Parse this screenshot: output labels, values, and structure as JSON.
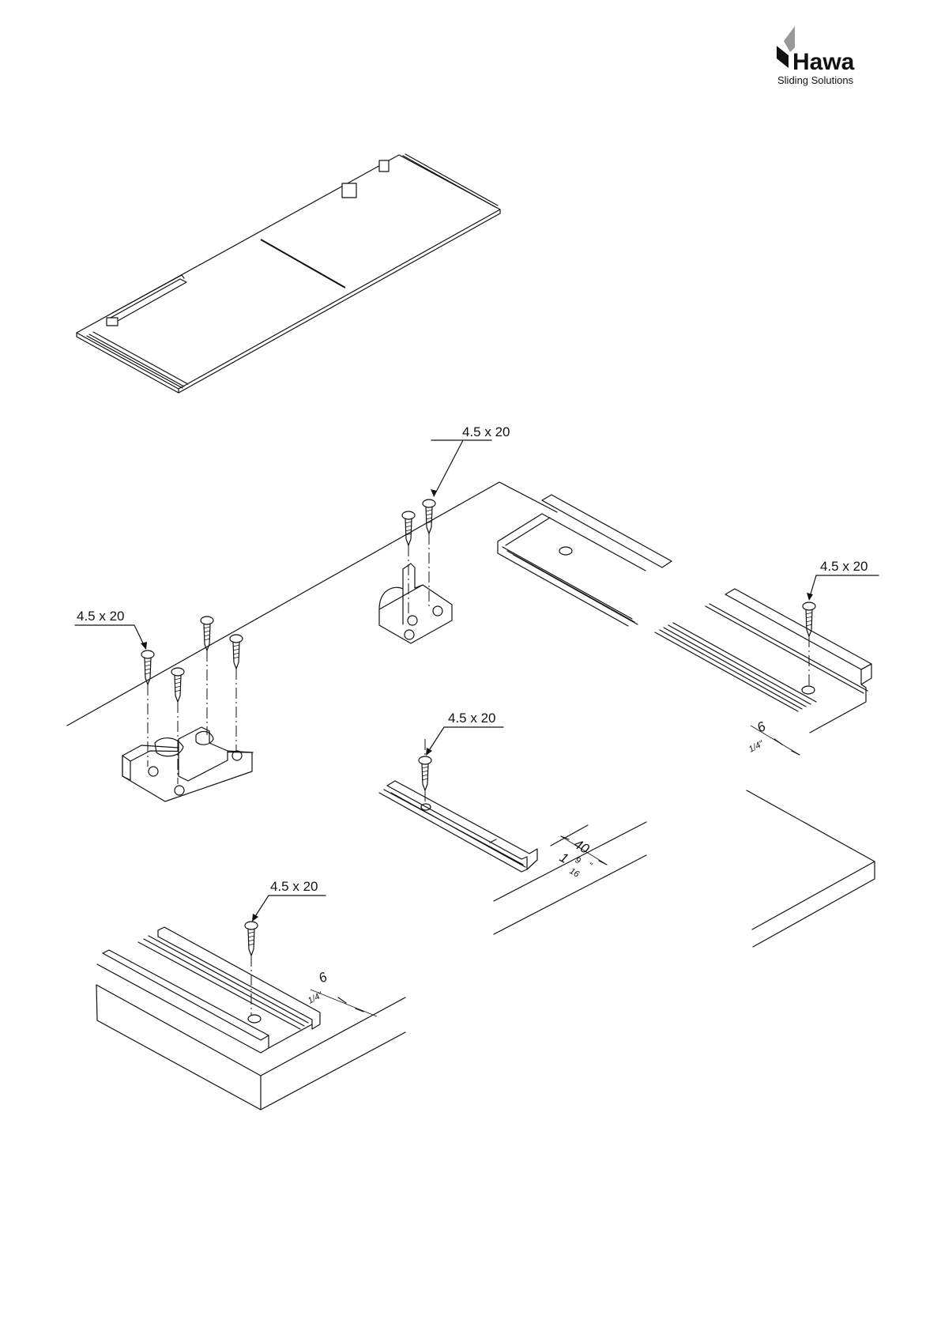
{
  "logo": {
    "brand": "Hawa",
    "tagline": "Sliding Solutions"
  },
  "screw_labels": [
    "4.5 x 20",
    "4.5 x 20",
    "4.5 x 20",
    "4.5 x 20",
    "4.5 x 20"
  ],
  "dimensions": {
    "right_rail_offset": {
      "metric": "6",
      "imperial": "1/4\""
    },
    "center_rail_offset": {
      "metric": "40",
      "imperial_whole": "1",
      "imperial_num": "9",
      "imperial_den": "16",
      "imperial_unit": "\""
    },
    "bottom_rail_offset": {
      "metric": "6",
      "imperial": "1/4\""
    }
  }
}
